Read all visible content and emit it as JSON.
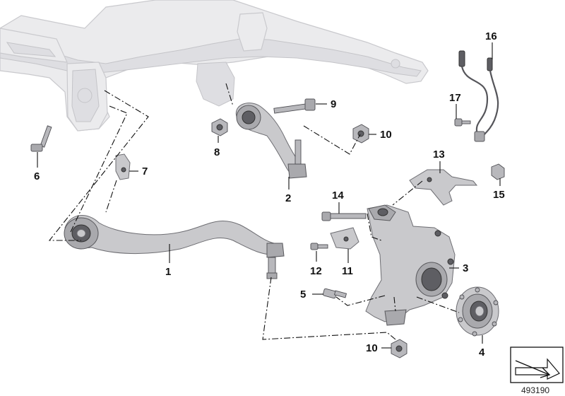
{
  "diagram": {
    "callouts": [
      "1",
      "2",
      "3",
      "4",
      "5",
      "6",
      "7",
      "8",
      "9",
      "10",
      "10",
      "11",
      "12",
      "13",
      "14",
      "15",
      "16",
      "17"
    ],
    "reference_number": "493190"
  }
}
